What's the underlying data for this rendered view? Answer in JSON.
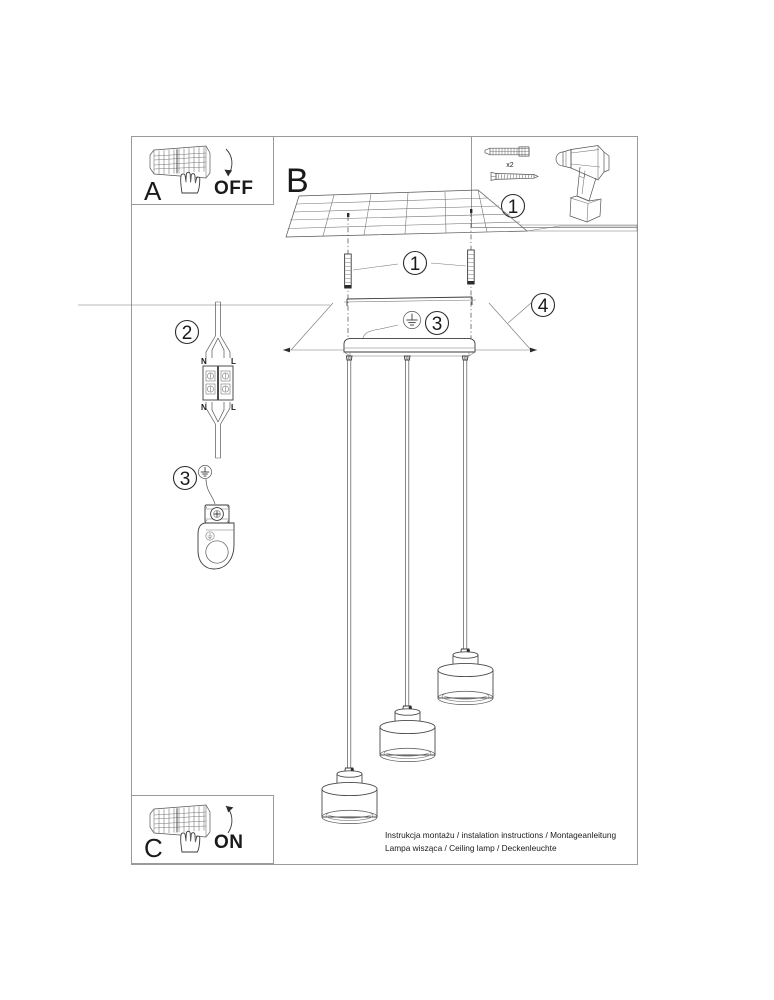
{
  "document": {
    "type": "installation-instruction-sheet",
    "caption_line_1": "Instrukcja montażu / instalation instructions / Montageanleitung",
    "caption_line_2": "Lampa wisząca / Ceiling lamp / Deckenleuchte"
  },
  "panels": {
    "a": {
      "letter": "A",
      "action_label": "OFF",
      "icon_breaker": "circuit-breaker-icon",
      "icon_hand": "hand-pointing-icon",
      "icon_arrow": "curved-arrow-down-icon"
    },
    "b": {
      "letter": "B"
    },
    "c": {
      "letter": "C",
      "action_label": "ON",
      "icon_breaker": "circuit-breaker-icon",
      "icon_hand": "hand-pointing-icon",
      "icon_arrow": "curved-arrow-up-icon"
    }
  },
  "parts": {
    "kit": {
      "quantity_label": "x2",
      "anchor_icon": "wall-anchor-icon",
      "screw_icon": "screw-icon",
      "drill_icon": "power-drill-icon",
      "callout": "1"
    }
  },
  "callouts": [
    {
      "id": "parts-kit",
      "number": "1"
    },
    {
      "id": "ceiling-screws",
      "number": "1"
    },
    {
      "id": "terminal-block",
      "number": "2"
    },
    {
      "id": "earth-connection",
      "number": "3"
    },
    {
      "id": "canopy-earth",
      "number": "3"
    },
    {
      "id": "shade-mount",
      "number": "4"
    }
  ],
  "wiring": {
    "terminal_top_neutral": "N",
    "terminal_top_live": "L",
    "terminal_bottom_neutral": "N",
    "terminal_bottom_live": "L",
    "earth_symbol": "earth-ground-symbol"
  },
  "product": {
    "pendant_count": 3,
    "shade_shape": "cylinder",
    "mount_type": "rectangular-canopy-plate"
  },
  "colors": {
    "line": "#3a3a3a",
    "frame": "#9a9a9a",
    "text": "#1a1a1a",
    "background": "#ffffff"
  }
}
